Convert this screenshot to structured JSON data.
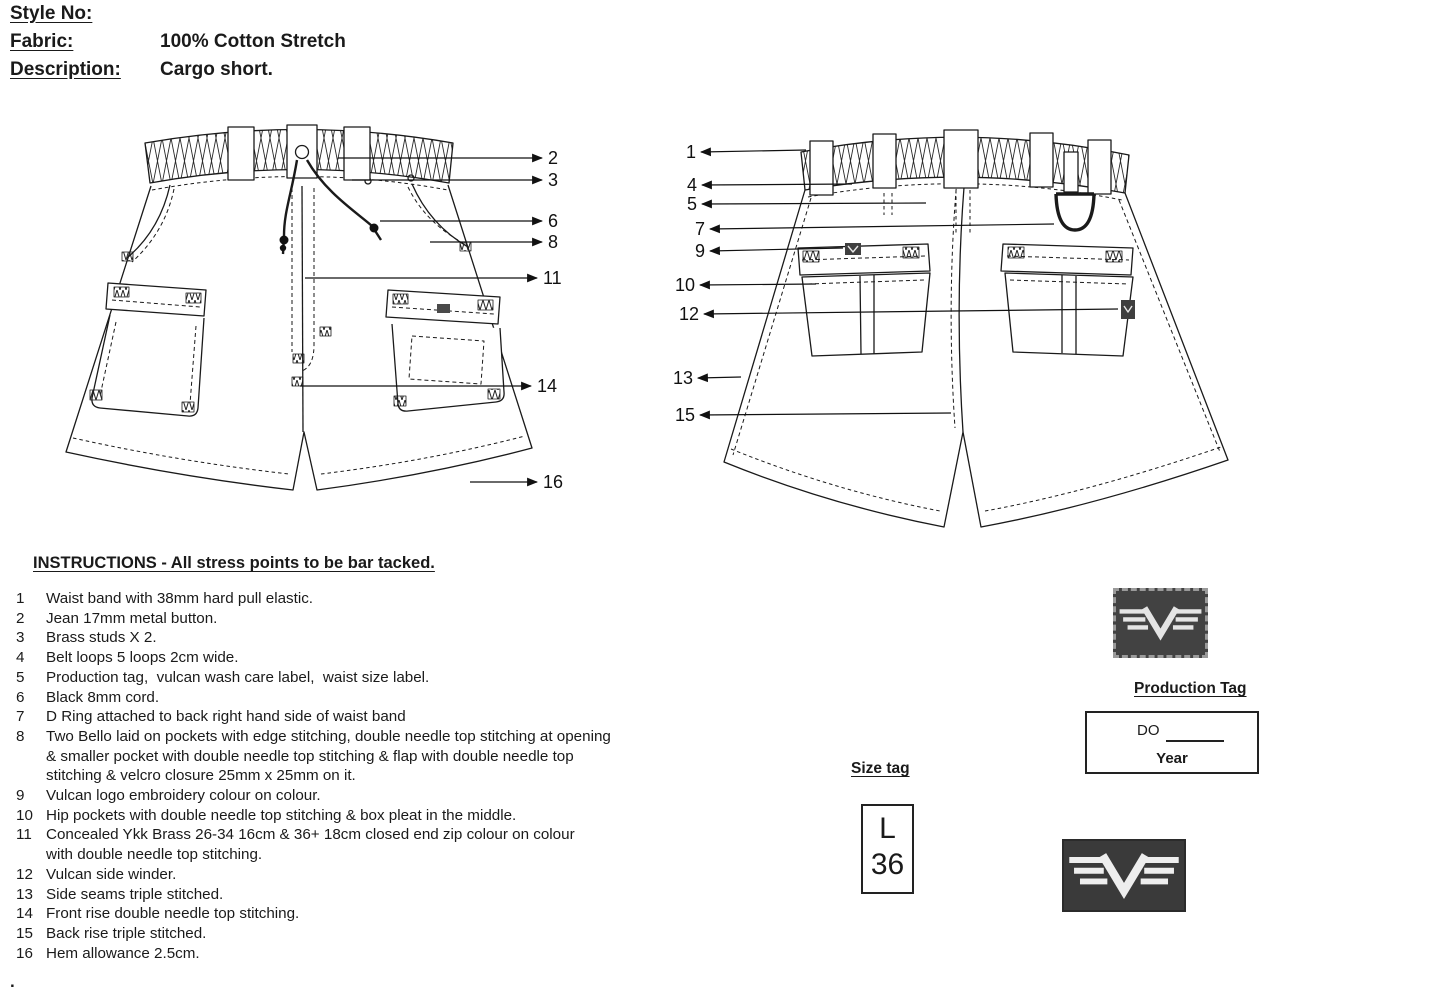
{
  "header": {
    "style_label": "Style No:",
    "fabric_label": "Fabric:",
    "fabric_value": "100% Cotton Stretch",
    "description_label": "Description:",
    "description_value": "Cargo short."
  },
  "drawing": {
    "front_callouts": [
      "2",
      "3",
      "6",
      "8",
      "11",
      "14",
      "16"
    ],
    "back_callouts": [
      "1",
      "4",
      "5",
      "7",
      "9",
      "10",
      "12",
      "13",
      "15"
    ]
  },
  "instructions": {
    "title": "INSTRUCTIONS - All stress points to be bar tacked.",
    "items": [
      {
        "num": "1",
        "text": "Waist band with 38mm hard pull elastic."
      },
      {
        "num": "2",
        "text": "Jean 17mm metal button."
      },
      {
        "num": "3",
        "text": "Brass studs X 2."
      },
      {
        "num": "4",
        "text": "Belt loops 5 loops 2cm wide."
      },
      {
        "num": "5",
        "text": "Production tag,  vulcan wash care label,  waist size label."
      },
      {
        "num": "6",
        "text": "Black 8mm cord."
      },
      {
        "num": "7",
        "text": "D Ring attached to back right hand side of waist band"
      },
      {
        "num": "8",
        "text": "Two Bello laid on pockets with edge stitching, double needle top stitching at opening\n& smaller pocket with double needle top stitching & flap with double needle top\nstitching & velcro closure 25mm x 25mm on it."
      },
      {
        "num": "9",
        "text": "Vulcan logo embroidery colour on colour."
      },
      {
        "num": "10",
        "text": "Hip pockets with double needle top stitching & box pleat in the middle."
      },
      {
        "num": "11",
        "text": "Concealed Ykk Brass 26-34 16cm & 36+ 18cm closed end zip colour on colour\nwith double needle top stitching."
      },
      {
        "num": "12",
        "text": "Vulcan side winder."
      },
      {
        "num": "13",
        "text": "Side seams triple stitched."
      },
      {
        "num": "14",
        "text": "Front rise double needle top stitching."
      },
      {
        "num": "15",
        "text": "Back rise triple stitched."
      },
      {
        "num": "16",
        "text": "Hem allowance 2.5cm."
      }
    ]
  },
  "tags": {
    "production_tag_label": "Production Tag",
    "production_tag_do": "DO",
    "production_tag_year": "Year",
    "size_tag_label": "Size tag",
    "size_letter": "L",
    "size_number": "36"
  },
  "footer": {
    "mark": "."
  },
  "colors": {
    "ink": "#1a1a1a",
    "patch_bg": "#3f3f3f",
    "emblem": "#e4e4e4"
  }
}
